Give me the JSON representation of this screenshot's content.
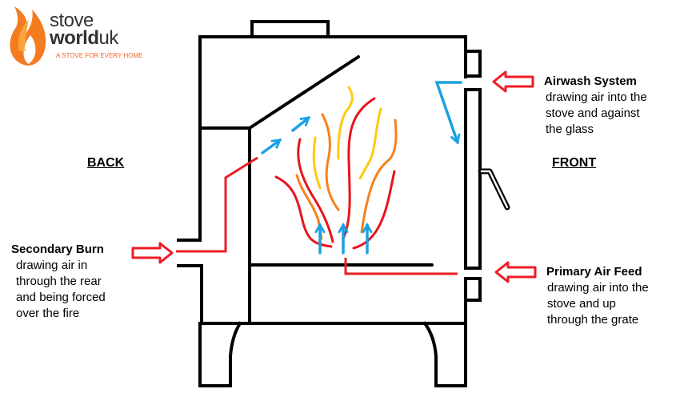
{
  "logo": {
    "line1": "stove",
    "line2_bold": "world",
    "line2_suffix": "uk",
    "tagline": "A STOVE FOR EVERY HOME"
  },
  "labels": {
    "back": "BACK",
    "front": "FRONT",
    "airwash": {
      "title": "Airwash System",
      "lines": [
        "drawing air into the",
        "stove and against",
        "the glass"
      ]
    },
    "secondary": {
      "title": "Secondary Burn",
      "lines": [
        "drawing air in",
        "through the rear",
        "and being forced",
        "over the fire"
      ]
    },
    "primary": {
      "title": "Primary Air Feed",
      "lines": [
        "drawing air into the",
        "stove and up",
        "through the grate"
      ]
    }
  },
  "colors": {
    "air_in": "#ee1c24",
    "airflow": "#1ba1e2",
    "flame_red": "#e8141c",
    "flame_orange": "#f7801e",
    "flame_yellow": "#ffc90e",
    "outline": "#000000",
    "brand": "#f2622a"
  }
}
